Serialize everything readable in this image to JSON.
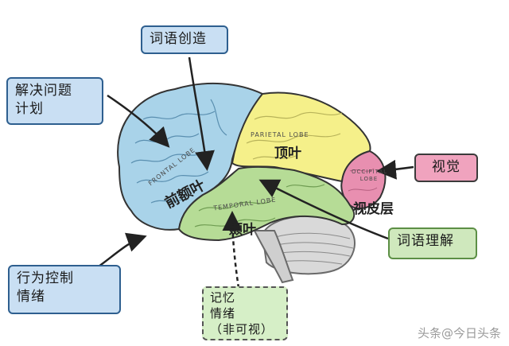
{
  "callouts": {
    "word_creation": "词语创造",
    "problem_solving": "解决问题\n计划",
    "behavior_control": "行为控制\n情绪",
    "memory": "记忆\n情绪\n（非可视）",
    "word_understanding": "词语理解",
    "vision": "视觉"
  },
  "lobes": {
    "frontal": "前额叶",
    "parietal": "顶叶",
    "temporal": "颞叶",
    "visual_cortex": "视皮层"
  },
  "lobe_english": {
    "frontal": "FRONTAL LOBE",
    "parietal": "PARIETAL LOBE",
    "temporal": "TEMPORAL LOBE",
    "occipital": "OCCIPITAL LOBE"
  },
  "colors": {
    "frontal": "#a9d3e9",
    "parietal": "#f5f08a",
    "temporal": "#b6dc96",
    "occipital": "#e88fb0",
    "cerebellum": "#d9d9d9",
    "callout_blue": "#c9dff3",
    "callout_green": "#cfe8bd",
    "callout_pink": "#f0a3be"
  },
  "watermark": "头条@今日头条"
}
